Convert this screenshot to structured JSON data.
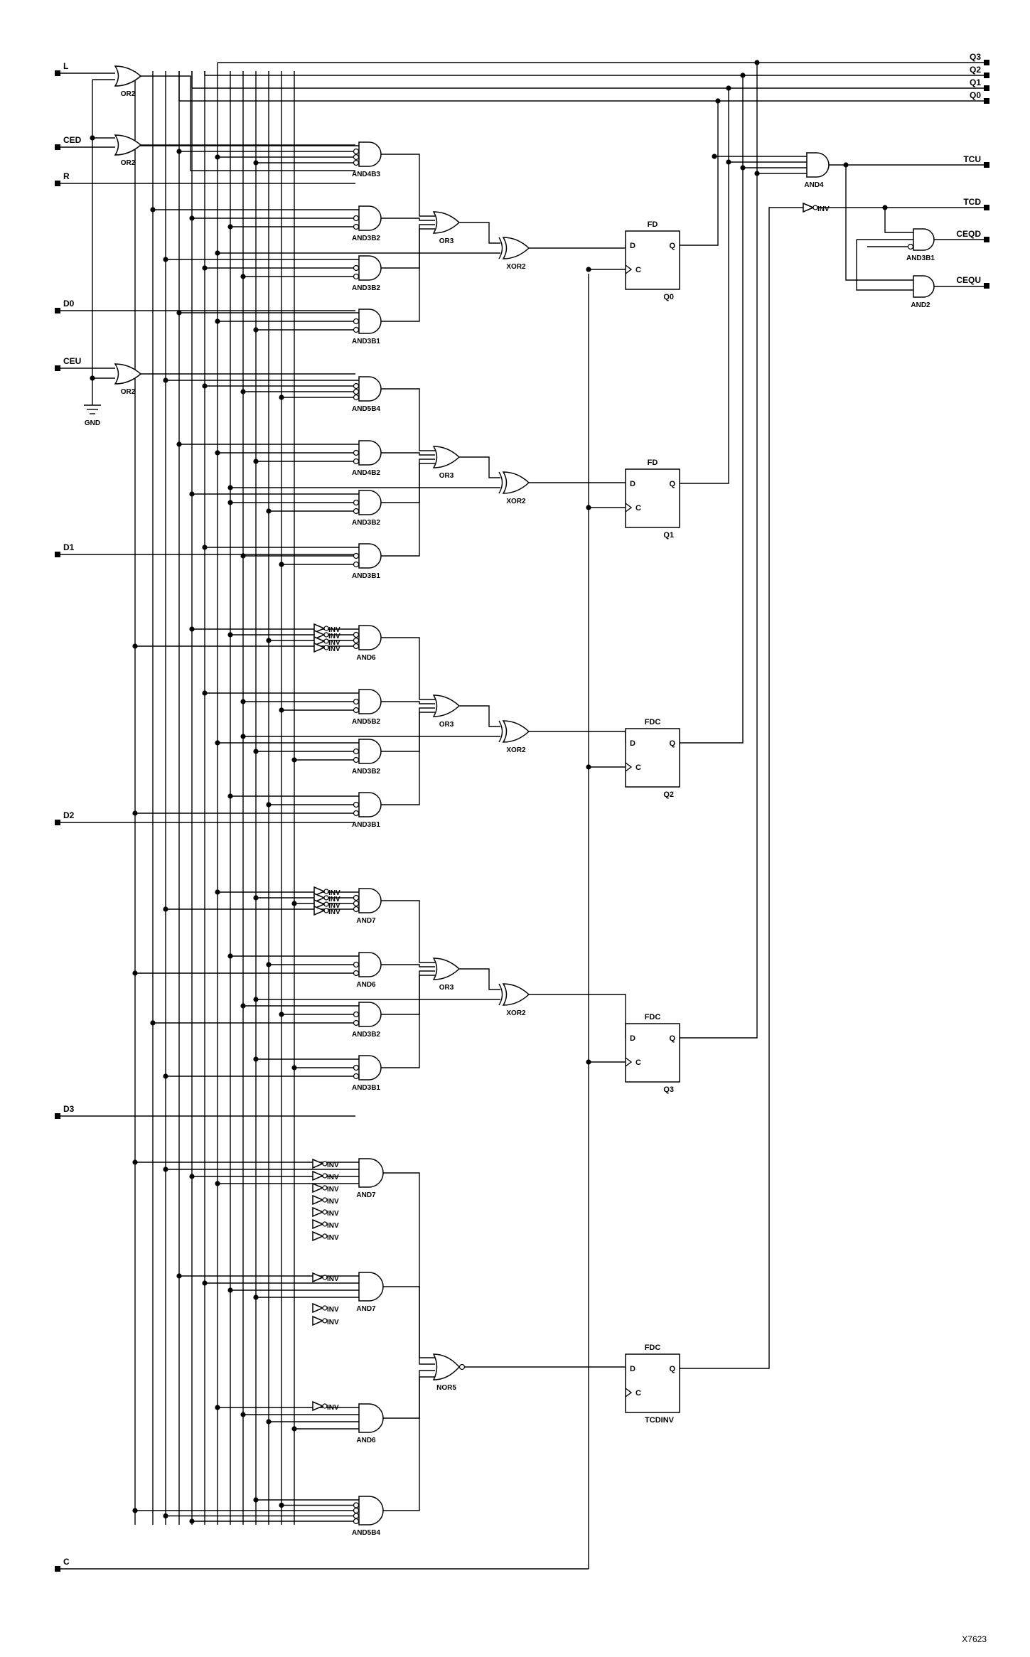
{
  "inputs": [
    "L",
    "CED",
    "R",
    "D0",
    "CEU",
    "D1",
    "D2",
    "D3",
    "C"
  ],
  "outputs": [
    "Q3",
    "Q2",
    "Q1",
    "Q0",
    "TCU",
    "TCD",
    "CEQD",
    "CEQU"
  ],
  "ground_label": "GND",
  "figure_tag": "X7623",
  "or_gates": [
    "OR2",
    "OR2",
    "OR2"
  ],
  "slices": [
    {
      "and_labels": [
        "AND4B3",
        "AND3B2",
        "AND3B2",
        "AND3B1"
      ],
      "or_label": "OR3",
      "xor_label": "XOR2",
      "ff_type": "FD",
      "ff_out": "Q0"
    },
    {
      "and_labels": [
        "AND5B4",
        "AND4B2",
        "AND3B2",
        "AND3B1"
      ],
      "or_label": "OR3",
      "xor_label": "XOR2",
      "ff_type": "FD",
      "ff_out": "Q1"
    },
    {
      "and_labels": [
        "AND6",
        "AND5B2",
        "AND3B2",
        "AND3B1"
      ],
      "or_label": "OR3",
      "xor_label": "XOR2",
      "ff_type": "FDC",
      "ff_out": "Q2"
    },
    {
      "and_labels": [
        "AND7",
        "AND6",
        "AND3B2",
        "AND3B1"
      ],
      "or_label": "OR3",
      "xor_label": "XOR2",
      "ff_type": "FDC",
      "ff_out": "Q3"
    }
  ],
  "term": {
    "and_labels": [
      "AND7",
      "AND7",
      "AND6",
      "AND5B4"
    ],
    "nor_label": "NOR5",
    "ff_type": "FDC",
    "ff_out": "TCDINV"
  },
  "top_right": {
    "and4": "AND4",
    "inv": "INV",
    "and3b1": "AND3B1",
    "and2": "AND2"
  },
  "inv_label": "INV",
  "ff_pins": {
    "d": "D",
    "q": "Q",
    "c": "C"
  }
}
